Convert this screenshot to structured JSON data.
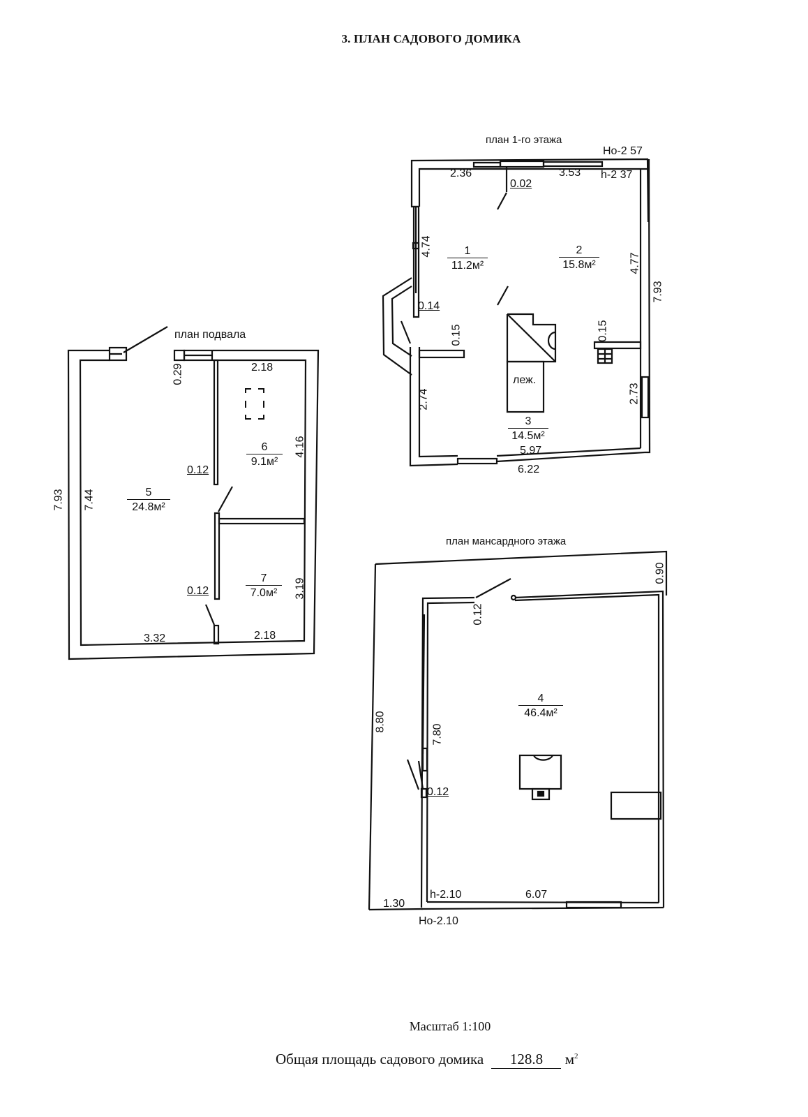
{
  "document": {
    "title": "3. ПЛАН САДОВОГО ДОМИКА",
    "scale": "Масштаб 1:100",
    "total_area_label": "Общая площадь садового домика",
    "total_area_value": "128.8",
    "total_area_unit": "м",
    "total_area_unit_sup": "2"
  },
  "basement": {
    "label": "план подвала",
    "rooms": [
      {
        "num": "5",
        "area": "24.8м²"
      },
      {
        "num": "6",
        "area": "9.1м²"
      },
      {
        "num": "7",
        "area": "7.0м²"
      }
    ],
    "dims": {
      "outer_height": "7.93",
      "inner_height": "7.44",
      "wall_029": "0.29",
      "top_218": "2.18",
      "right_416": "4.16",
      "partition_012_a": "0.12",
      "partition_012_b": "0.12",
      "right_319": "3.19",
      "bottom_332": "3.32",
      "bottom_218": "2.18"
    }
  },
  "first_floor": {
    "label": "план 1-го этажа",
    "rooms": [
      {
        "num": "1",
        "area": "11.2м²"
      },
      {
        "num": "2",
        "area": "15.8м²"
      },
      {
        "num": "3",
        "area": "14.5м²"
      }
    ],
    "bed_label": "леж.",
    "dims": {
      "ho": "Ho-2 57",
      "h": "h-2 37",
      "top_236": "2.36",
      "top_353": "3.53",
      "wall_002": "0.02",
      "left_474": "4.74",
      "right_477": "4.77",
      "outer_793": "7.93",
      "wall_014": "0.14",
      "wall_015_a": "0.15",
      "wall_015_b": "0.15",
      "left_274": "2.74",
      "right_273": "2.73",
      "inner_597": "5.97",
      "outer_622": "6.22"
    }
  },
  "attic": {
    "label": "план мансардного этажа",
    "rooms": [
      {
        "num": "4",
        "area": "46.4м²"
      }
    ],
    "dims": {
      "top_090": "0.90",
      "wall_012_a": "0.12",
      "wall_012_b": "0.12",
      "outer_880": "8.80",
      "inner_780": "7.80",
      "left_130": "1.30",
      "h": "h-2.10",
      "bottom_607": "6.07",
      "ho": "Ho-2.10"
    }
  }
}
